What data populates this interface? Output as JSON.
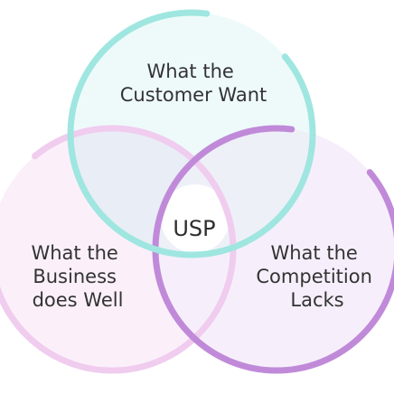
{
  "diagram": {
    "type": "venn",
    "sets": [
      {
        "id": "customer",
        "lines": [
          "What the",
          "Customer Want"
        ],
        "fill_color": "#eefafa",
        "stroke_color": "#9fe6e0"
      },
      {
        "id": "business",
        "lines": [
          "What the",
          "Business",
          "does Well"
        ],
        "fill_color": "#fbf0fa",
        "stroke_color": "#f0ccef"
      },
      {
        "id": "competition",
        "lines": [
          "What the",
          "Competition",
          "Lacks"
        ],
        "fill_color": "#f6effb",
        "stroke_color": "#c08ad9"
      }
    ],
    "intersection_label": "USP"
  }
}
